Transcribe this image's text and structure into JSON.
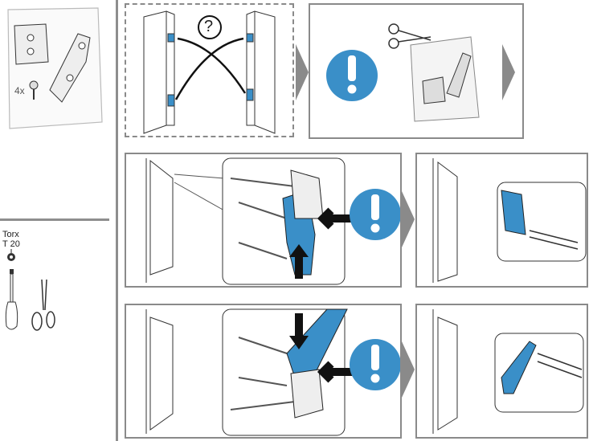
{
  "colors": {
    "accent": "#3a8fc8",
    "frame": "#8a8a8a",
    "divider": "#8e8e8e"
  },
  "left": {
    "quantity_label": "4x",
    "tool_label_line1": "Torx",
    "tool_label_line2": "T 20"
  },
  "steps": {
    "question_mark": "?"
  },
  "icons": [
    "bag-icon",
    "screw-icon",
    "torx-bit-icon",
    "screwdriver-icon",
    "scissors-icon",
    "warning-icon",
    "chevron-right-icon",
    "hinge-icon",
    "arrow-icon"
  ]
}
